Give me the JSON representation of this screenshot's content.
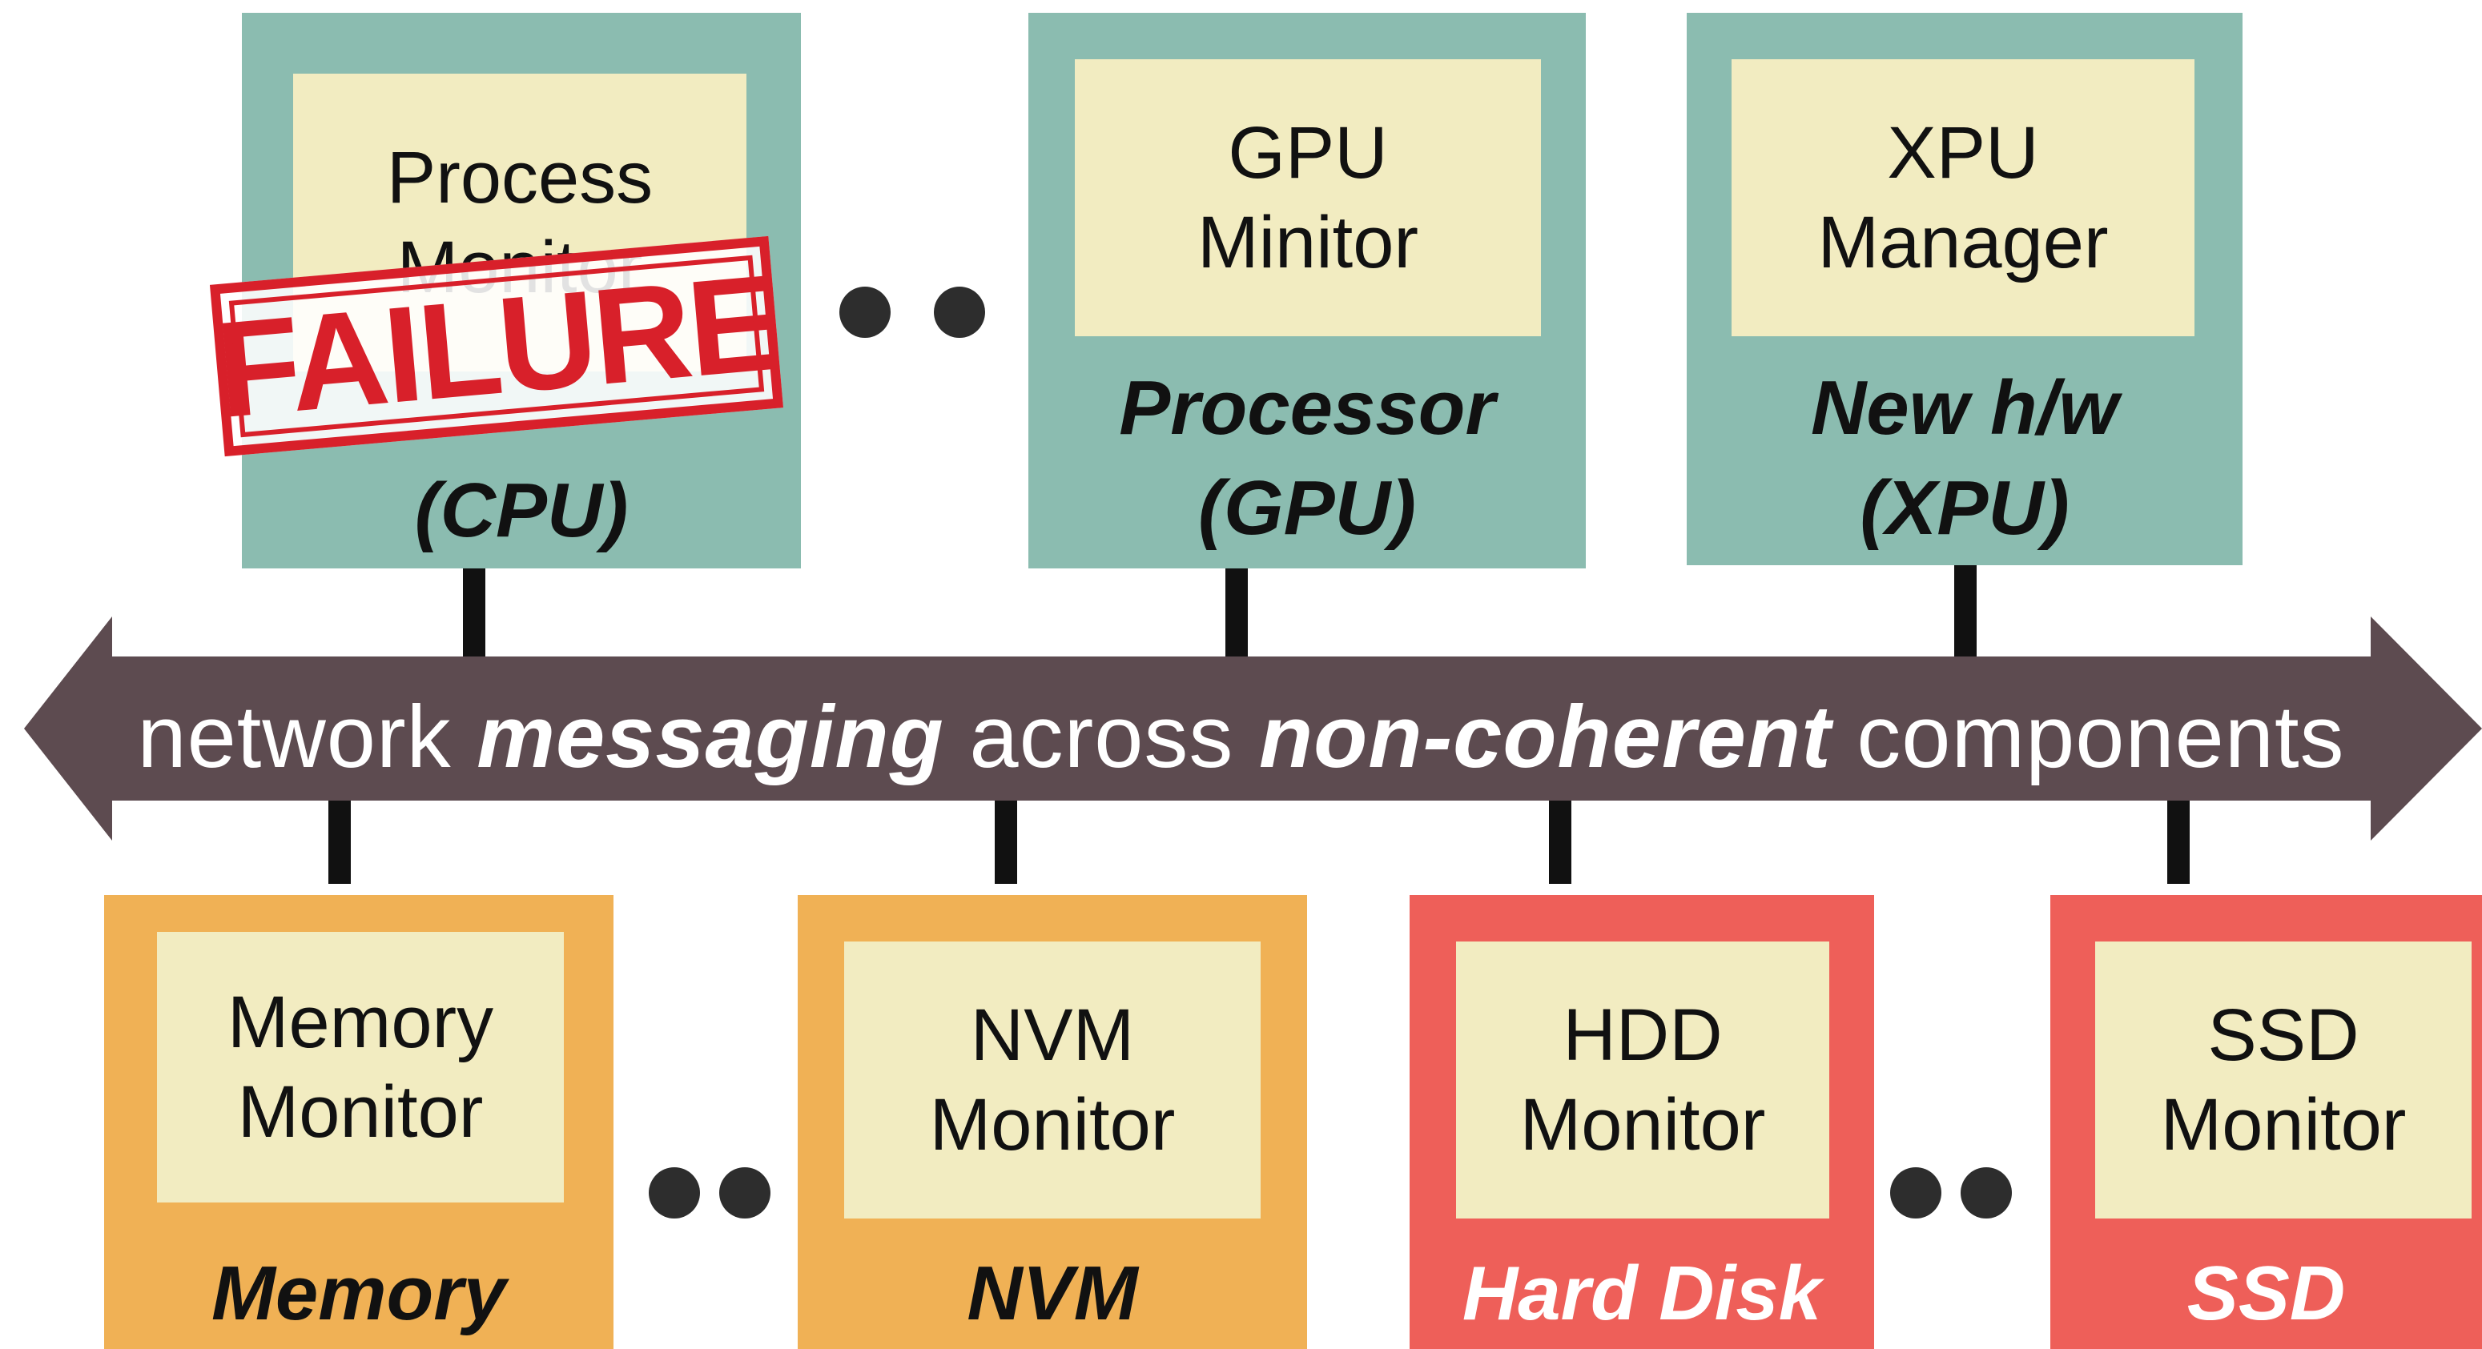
{
  "colors": {
    "processor_box": "#8bbcb0",
    "monitor_fill": "#f2ecc1",
    "memory_box": "#f0b155",
    "storage_box": "#ee5f59",
    "bus": "#5d4b50",
    "stamp": "#d8202a"
  },
  "top": {
    "cpu": {
      "monitor": [
        "Process",
        "Monitor"
      ],
      "hw": [
        "",
        "(CPU)"
      ]
    },
    "gpu": {
      "monitor": [
        "GPU",
        "Minitor"
      ],
      "hw": [
        "Processor",
        "(GPU)"
      ]
    },
    "xpu": {
      "monitor": [
        "XPU",
        "Manager"
      ],
      "hw": [
        "New h/w",
        "(XPU)"
      ]
    }
  },
  "stamp": {
    "text": "FAILURE"
  },
  "bus": {
    "pre": "network ",
    "em1": "messaging",
    "mid": " across ",
    "em2": "non-coherent",
    "post": " components"
  },
  "bottom": {
    "memory": {
      "monitor": [
        "Memory",
        "Monitor"
      ],
      "hw": "Memory"
    },
    "nvm": {
      "monitor": [
        "NVM",
        "Monitor"
      ],
      "hw": "NVM"
    },
    "hdd": {
      "monitor": [
        "HDD",
        "Monitor"
      ],
      "hw": "Hard Disk"
    },
    "ssd": {
      "monitor": [
        "SSD",
        "Monitor"
      ],
      "hw": "SSD"
    }
  }
}
